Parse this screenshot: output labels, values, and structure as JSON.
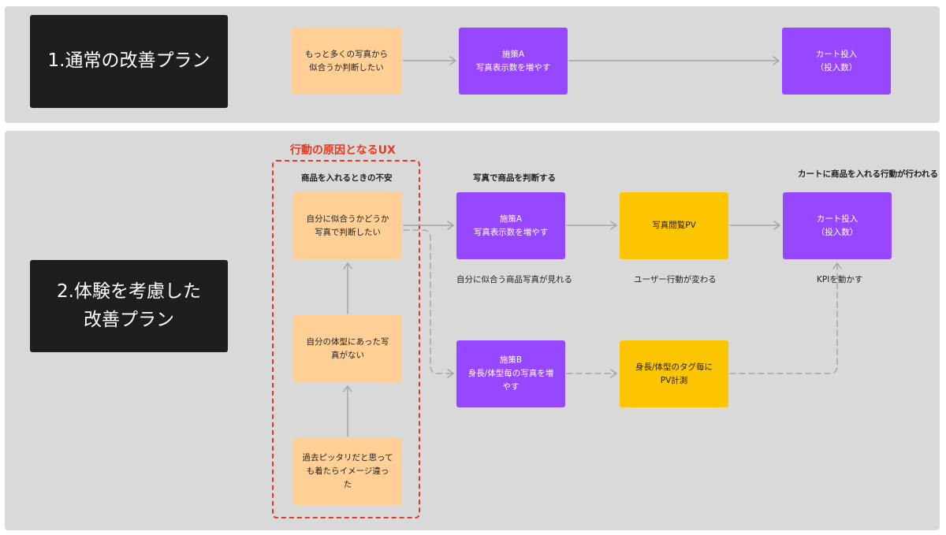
{
  "plan1": {
    "title": "1.通常の改善プラン",
    "need": "もっと多くの写真から\n似合うか判断したい",
    "measure": "施策A\n写真表示数を増やす",
    "result": "カート投入\n（投入数）"
  },
  "plan2": {
    "title": "2.体験を考慮した\n改善プラン",
    "ux_title": "行動の原因となるUX",
    "anxiety_label": "商品を入れるときの不安",
    "judge_label": "写真で商品を判断する",
    "cart_action_label": "カートに商品を入れる行動が行われる",
    "ux_items": [
      "自分に似合うかどうか\n写真で判断したい",
      "自分の体型にあった写\n真がない",
      "過去ピッタリだと思って\nも着たらイメージ違っ\nた"
    ],
    "measure_a": "施策A\n写真表示数を増やす",
    "measure_b": "施策B\n身長/体型毎の写真を増\nやす",
    "pv": "写真閲覧PV",
    "tag_pv": "身長/体型のタグ毎に\nPV計測",
    "result": "カート投入\n（投入数）",
    "caption_a": "自分に似合う商品写真が見れる",
    "caption_pv": "ユーザー行動が変わる",
    "caption_kpi": "KPIを動かす"
  },
  "colors": {
    "panel": "#d9d9d9",
    "title_box": "#1e1e1e",
    "peach": "#ffcf95",
    "purple": "#9747ff",
    "yellow": "#fdc500",
    "accent_red": "#e8391e",
    "connector": "#a6a6a6"
  }
}
